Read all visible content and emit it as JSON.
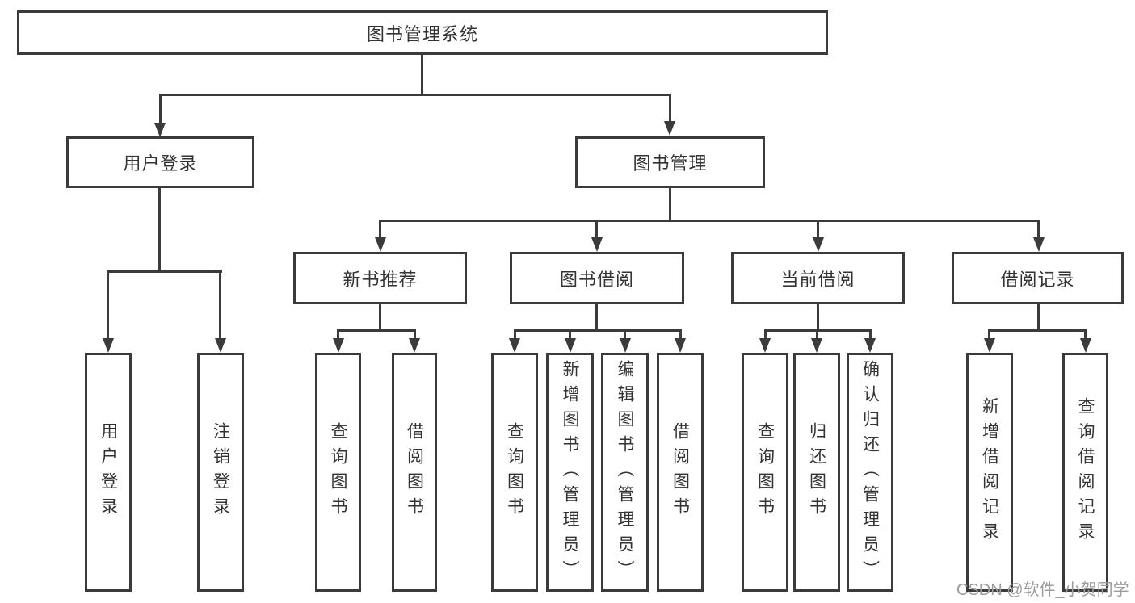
{
  "diagram": {
    "nodes": {
      "root": {
        "label": "图书管理系统"
      },
      "level1": [
        {
          "id": "user-login",
          "label": "用户登录",
          "parent": "root"
        },
        {
          "id": "book-management",
          "label": "图书管理",
          "parent": "root"
        }
      ],
      "level2": [
        {
          "id": "new-book-recommend",
          "label": "新书推荐",
          "parent": "book-management"
        },
        {
          "id": "book-borrowing",
          "label": "图书借阅",
          "parent": "book-management"
        },
        {
          "id": "current-borrowing",
          "label": "当前借阅",
          "parent": "book-management"
        },
        {
          "id": "borrowing-records",
          "label": "借阅记录",
          "parent": "book-management"
        }
      ],
      "leaves": [
        {
          "label": "用户登录",
          "parent": "user-login"
        },
        {
          "label": "注销登录",
          "parent": "user-login"
        },
        {
          "label": "查询图书",
          "parent": "new-book-recommend"
        },
        {
          "label": "借阅图书",
          "parent": "new-book-recommend"
        },
        {
          "label": "查询图书",
          "parent": "book-borrowing"
        },
        {
          "label": "新增图书（管理员）",
          "parent": "book-borrowing"
        },
        {
          "label": "编辑图书（管理员）",
          "parent": "book-borrowing"
        },
        {
          "label": "借阅图书",
          "parent": "book-borrowing"
        },
        {
          "label": "查询图书",
          "parent": "current-borrowing"
        },
        {
          "label": "归还图书",
          "parent": "current-borrowing"
        },
        {
          "label": "确认归还（管理员）",
          "parent": "current-borrowing"
        },
        {
          "label": "新增借阅记录",
          "parent": "borrowing-records"
        },
        {
          "label": "查询借阅记录",
          "parent": "borrowing-records"
        }
      ]
    },
    "colors": {
      "line": "#3b3b3b",
      "text": "#333333",
      "background": "#ffffff",
      "watermark": "#9c9c9c"
    }
  },
  "watermark": {
    "text": "CSDN @软件_小贺同学"
  }
}
